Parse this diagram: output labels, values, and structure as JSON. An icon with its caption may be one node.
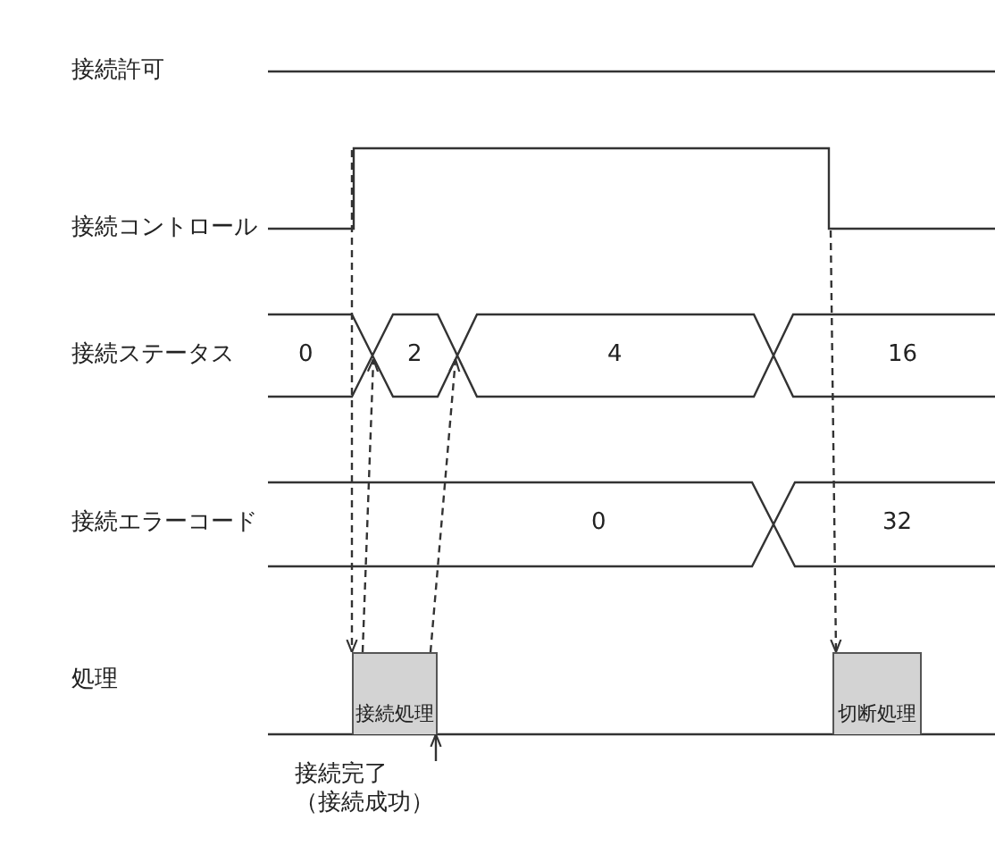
{
  "diagram": {
    "nodes": [
      {
        "text": [
          "接続処理"
        ]
      },
      {
        "text": [
          "切断処理"
        ]
      },
      {
        "text": [
          "接続完了",
          "（接続成功）"
        ]
      }
    ],
    "edges": [
      {
        "from": null,
        "to": 0,
        "arrow": "to",
        "style": "dashed"
      },
      {
        "from": 0,
        "to": null,
        "arrow": "to",
        "style": "dashed"
      },
      {
        "from": 0,
        "to": null,
        "arrow": "to",
        "style": "dashed"
      },
      {
        "from": null,
        "to": 1,
        "arrow": "to",
        "style": "dashed"
      },
      {
        "from": 2,
        "to": 0,
        "arrow": "to"
      }
    ],
    "labels": [
      "接続許可",
      "接続コントロール",
      "接続ステータス",
      "0",
      "2",
      "4",
      "16",
      "接続エラーコード",
      "0",
      "32",
      "処理"
    ]
  }
}
